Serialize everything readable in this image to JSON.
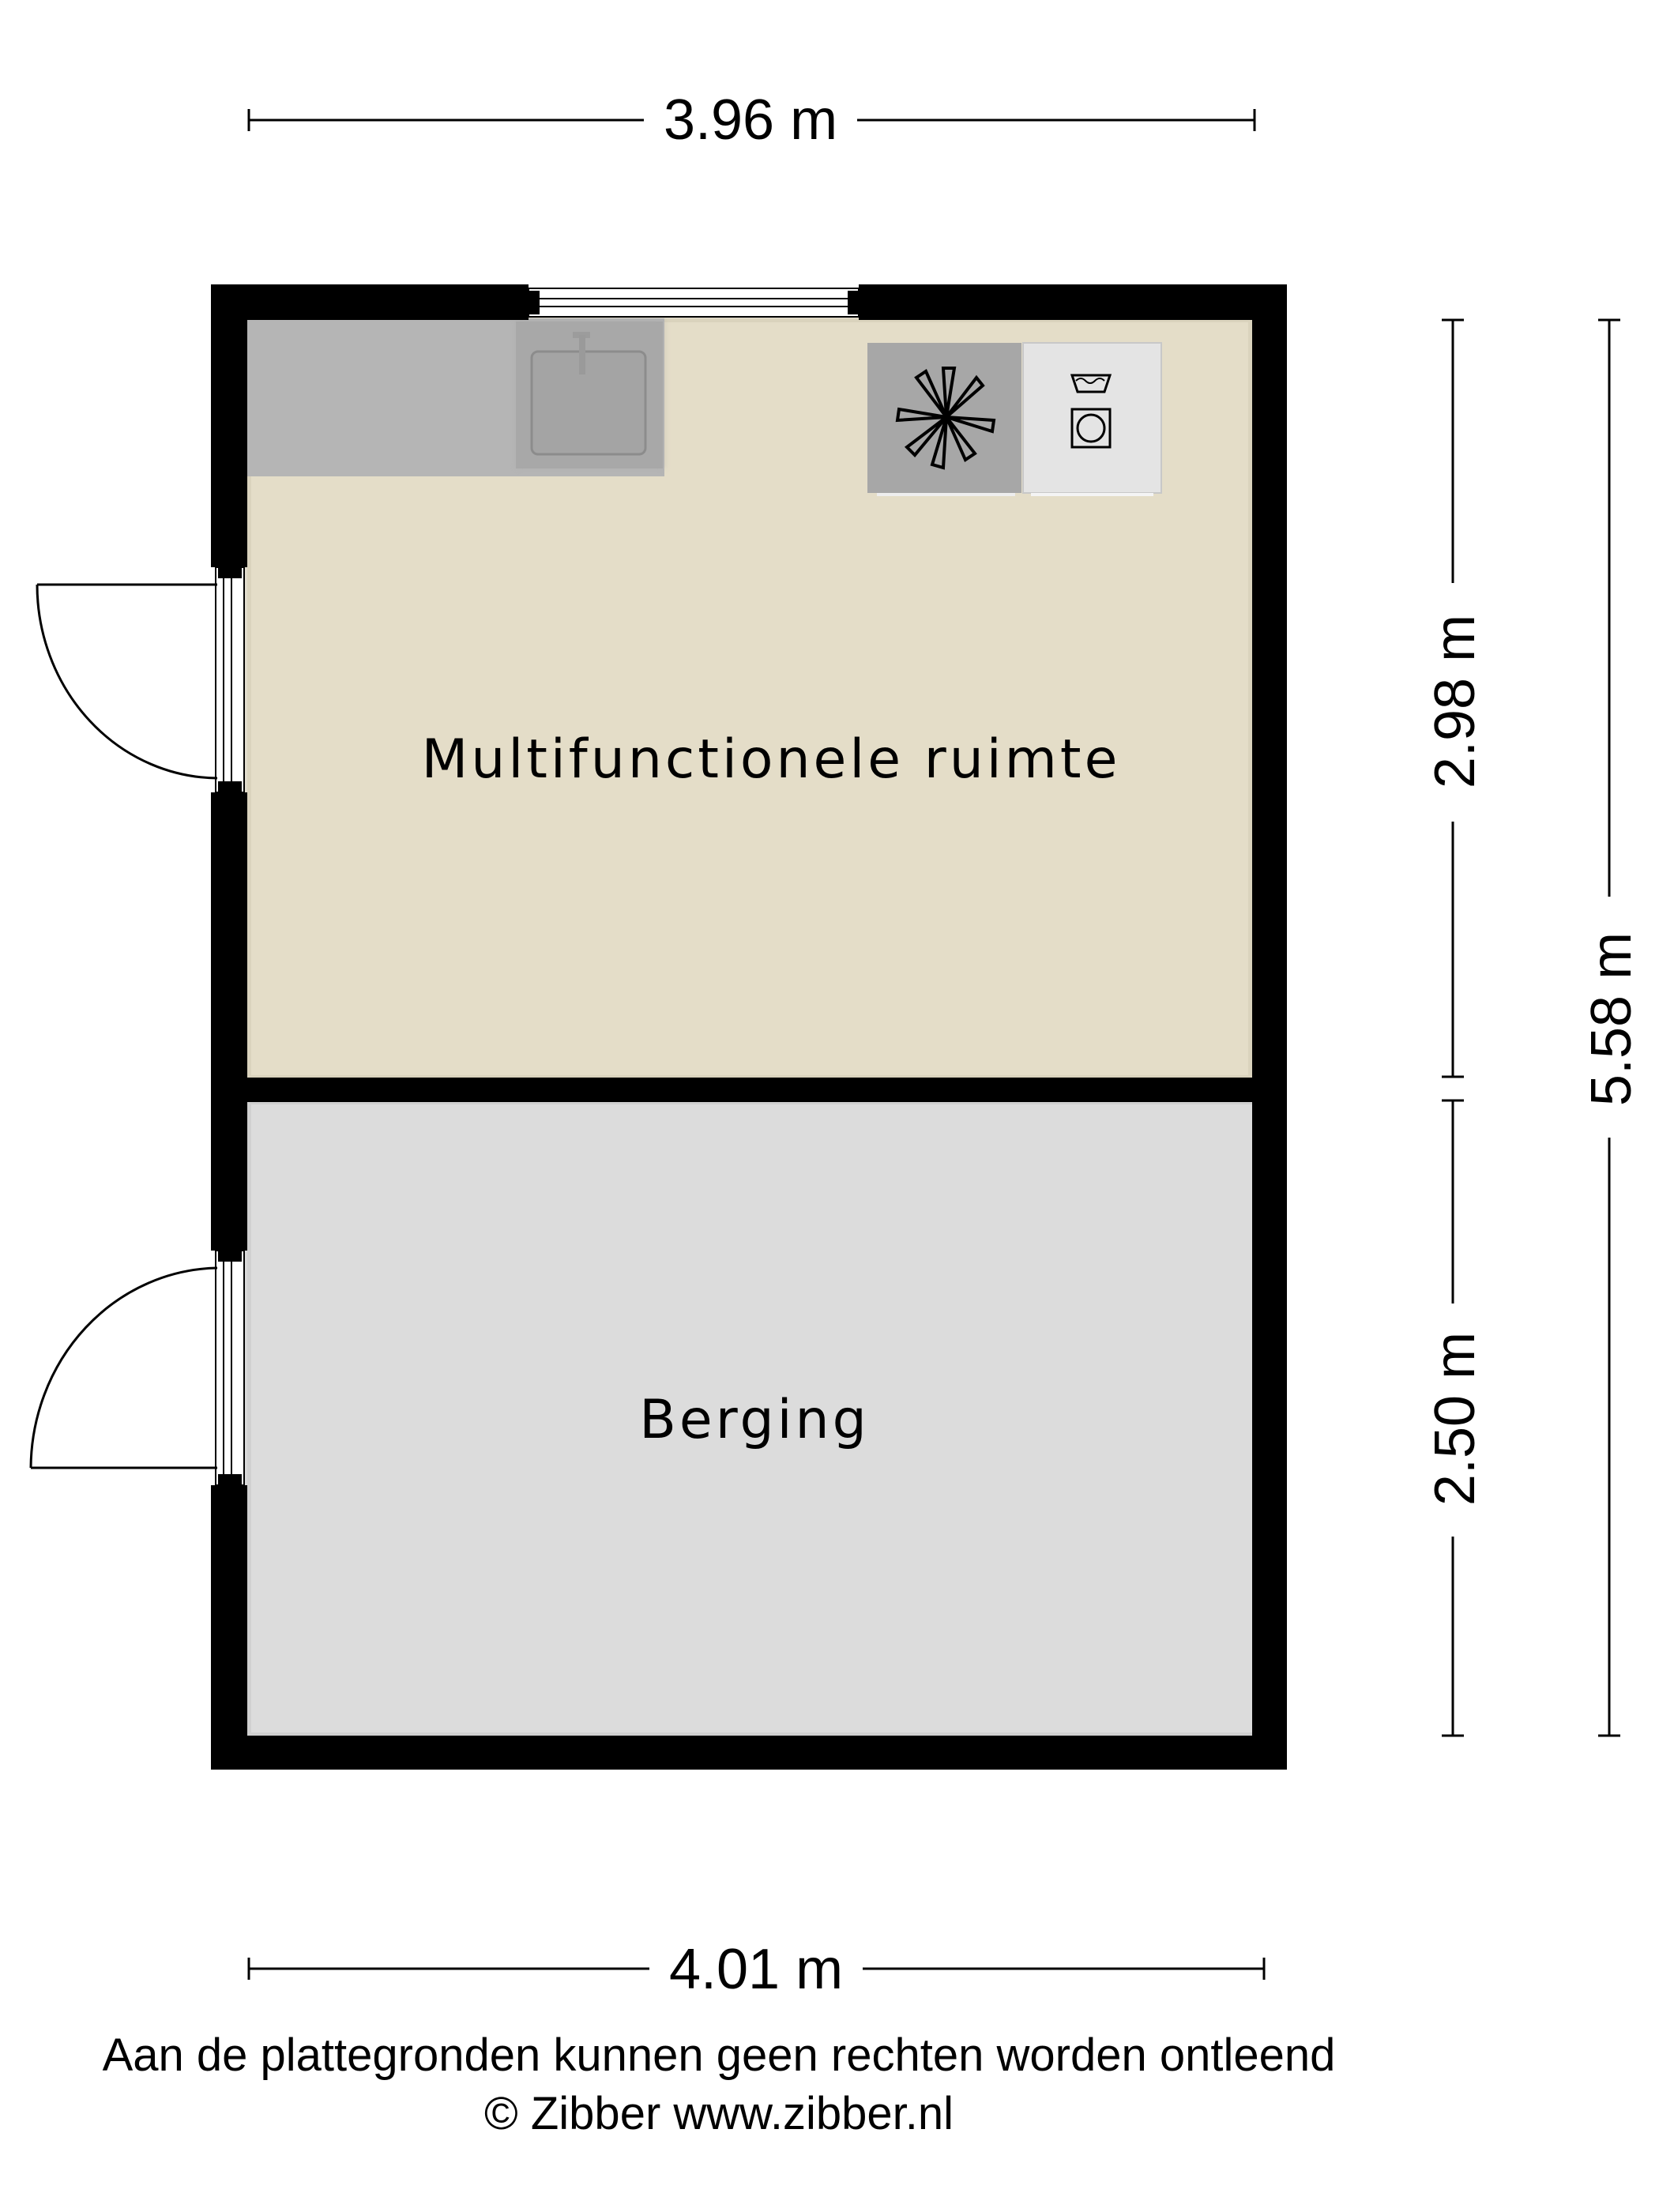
{
  "dimensions": {
    "top_width": "3.96 m",
    "bottom_width": "4.01 m",
    "upper_height": "2.98 m",
    "lower_height": "2.50 m",
    "total_height": "5.58 m"
  },
  "rooms": {
    "upper": "Multifunctionele ruimte",
    "lower": "Berging"
  },
  "footer": {
    "disclaimer": "Aan de plattegronden kunnen geen rechten worden ontleend",
    "copyright": "© Zibber www.zibber.nl"
  },
  "colors": {
    "wall": "#000000",
    "upper_floor": "#e4ddc8",
    "lower_floor": "#dcdcdc",
    "counter": "#b4b4b4"
  },
  "fixtures": [
    "sink-icon",
    "boiler-icon",
    "washing-machine-icon"
  ]
}
